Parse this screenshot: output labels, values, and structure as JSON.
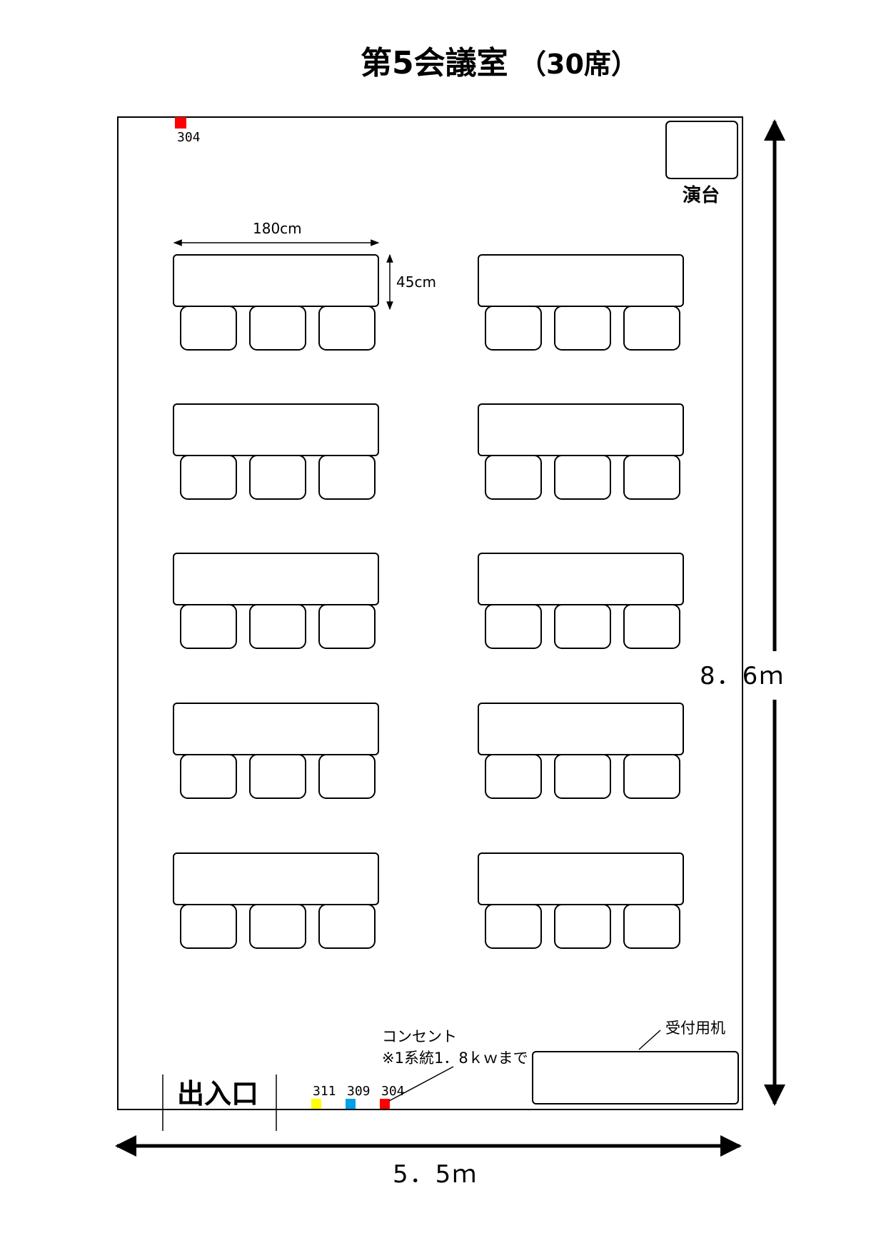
{
  "title": {
    "main": "第5会議室",
    "sub": "（30席）"
  },
  "room": {
    "podium_label": "演台",
    "entrance_label": "出入口",
    "reception_label": "受付用机",
    "width_label": "5．5ｍ",
    "height_label": "8．6ｍ",
    "table_width_label": "180cm",
    "table_depth_label": "45cm",
    "outlet_note_line1": "コンセント",
    "outlet_note_line2": "※1系統1．8ｋｗまで",
    "table_rows": 5,
    "table_columns": 2,
    "chairs_per_table": 3
  },
  "outlets": [
    {
      "id": "top-left",
      "number": "304",
      "color": "#ff0000"
    },
    {
      "id": "bottom-1",
      "number": "311",
      "color": "#ffff00"
    },
    {
      "id": "bottom-2",
      "number": "309",
      "color": "#00a0e9"
    },
    {
      "id": "bottom-3",
      "number": "304",
      "color": "#ff0000"
    }
  ]
}
